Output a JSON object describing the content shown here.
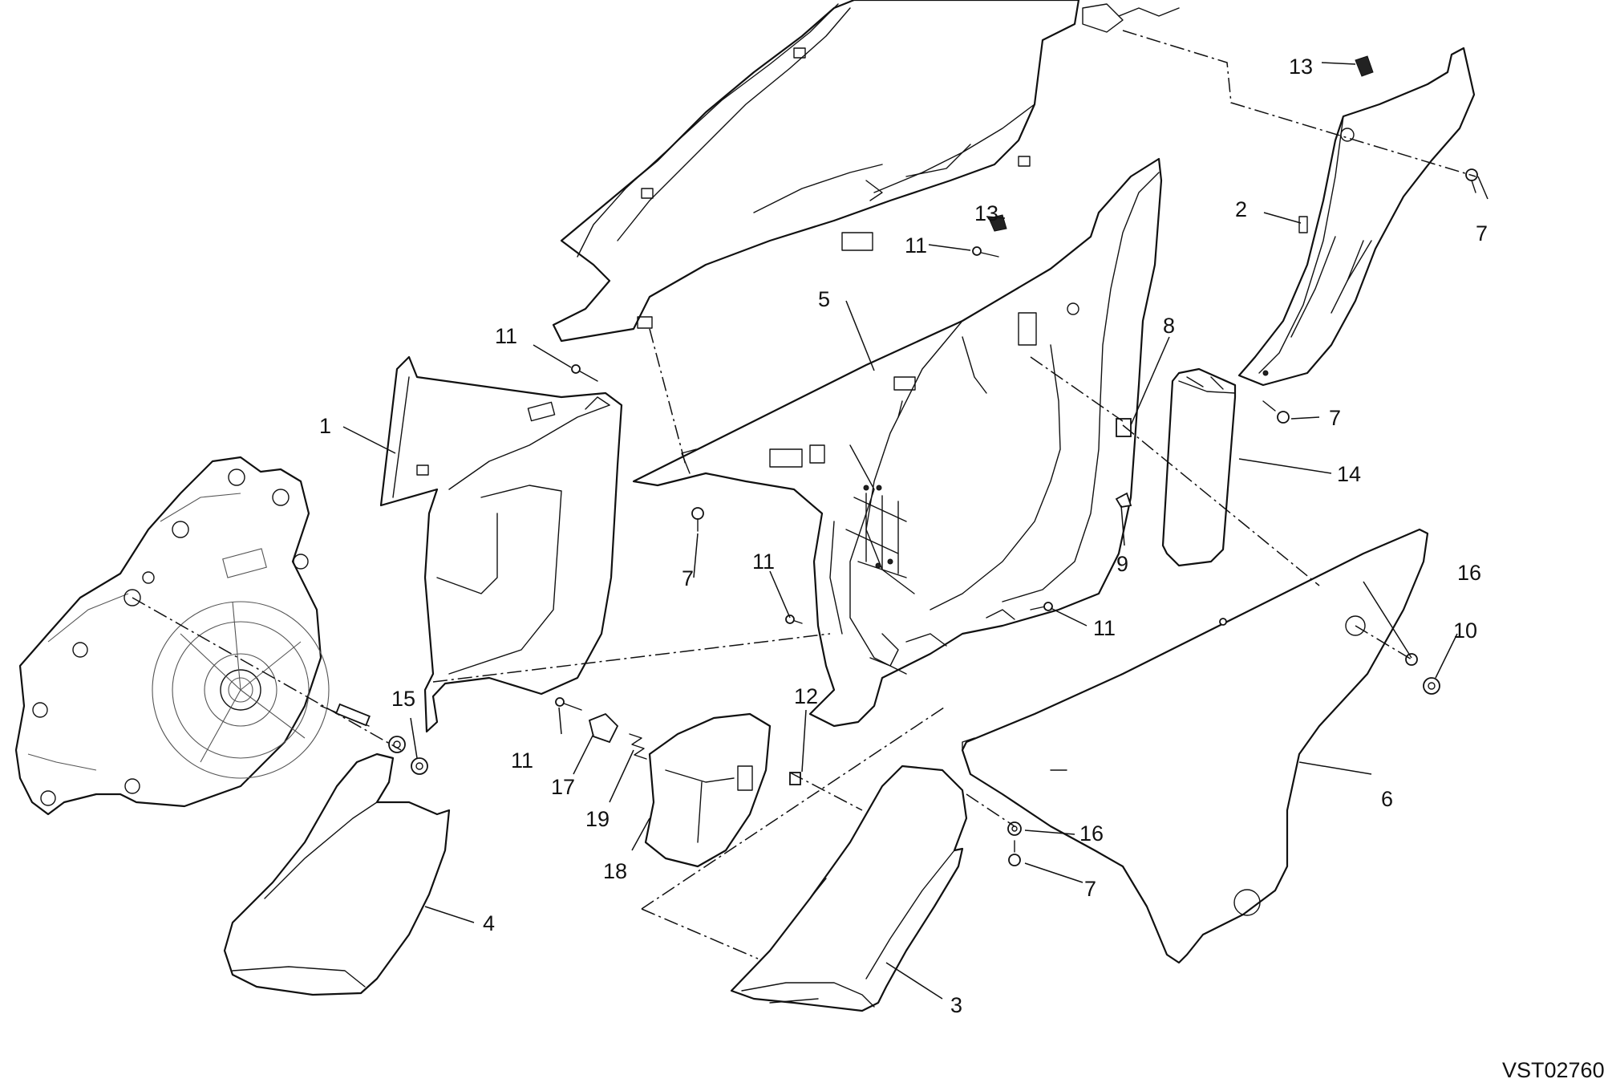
{
  "drawing_code": "VST02760",
  "callouts": {
    "c1": "1",
    "c2": "2",
    "c3": "3",
    "c4": "4",
    "c5": "5",
    "c6": "6",
    "c7a": "7",
    "c7b": "7",
    "c7c": "7",
    "c7d": "7",
    "c8": "8",
    "c9": "9",
    "c10": "10",
    "c11a": "11",
    "c11b": "11",
    "c11c": "11",
    "c11d": "11",
    "c11e": "11",
    "c12": "12",
    "c13a": "13",
    "c13b": "13",
    "c14": "14",
    "c15": "15",
    "c16a": "16",
    "c16b": "16",
    "c17": "17",
    "c18": "18",
    "c19": "19"
  }
}
